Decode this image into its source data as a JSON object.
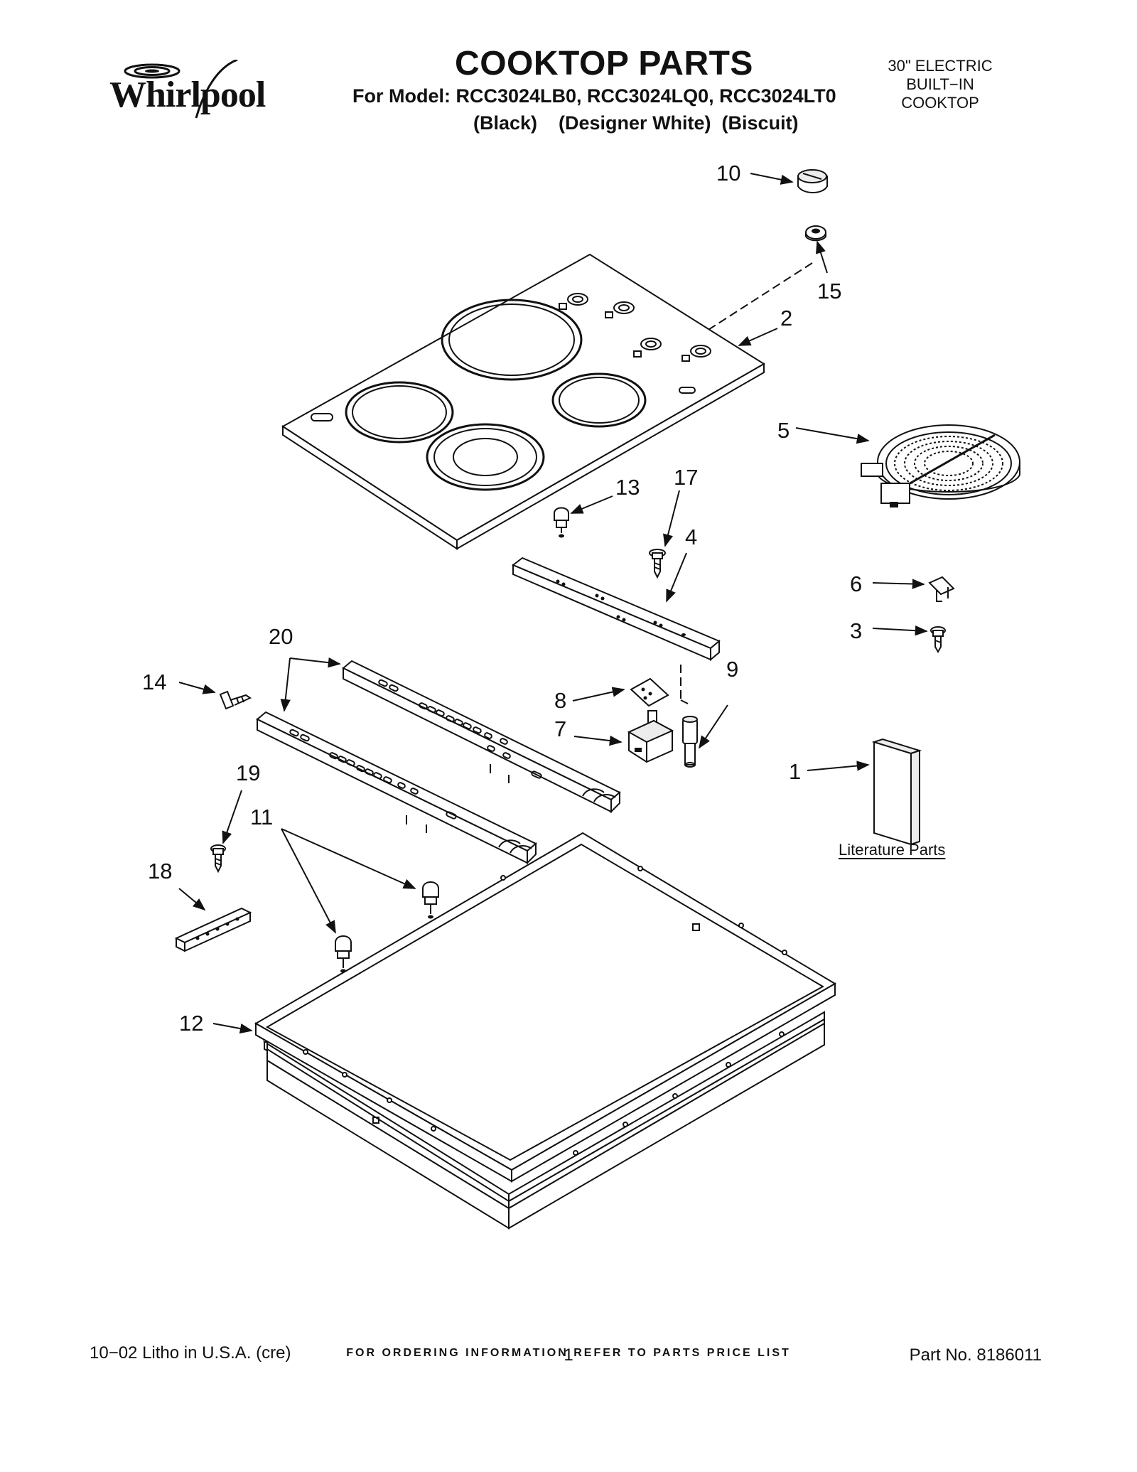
{
  "header": {
    "brand": "Whirlpool",
    "title": "COOKTOP PARTS",
    "model_line": "For Model: RCC3024LB0, RCC3024LQ0, RCC3024LT0",
    "variants": "(Black)    (Designer White)  (Biscuit)",
    "product_type_line1": "30\" ELECTRIC",
    "product_type_line2": "BUILT−IN COOKTOP"
  },
  "callouts": {
    "c1": "1",
    "c2": "2",
    "c3": "3",
    "c4": "4",
    "c5": "5",
    "c6": "6",
    "c7": "7",
    "c8": "8",
    "c9": "9",
    "c10": "10",
    "c11": "11",
    "c12": "12",
    "c13": "13",
    "c14": "14",
    "c15": "15",
    "c17": "17",
    "c18": "18",
    "c19": "19",
    "c20": "20"
  },
  "literature_label": "Literature Parts",
  "footer": {
    "ordering_info": "FOR ORDERING INFORMATION REFER TO PARTS PRICE LIST",
    "litho": "10−02 Litho in U.S.A. (cre)",
    "page_number": "1",
    "part_number": "Part No. 8186011"
  },
  "colors": {
    "ink": "#111111",
    "paper": "#ffffff"
  },
  "icons": {
    "brand_logo": "whirlpool-swirl-logo"
  }
}
